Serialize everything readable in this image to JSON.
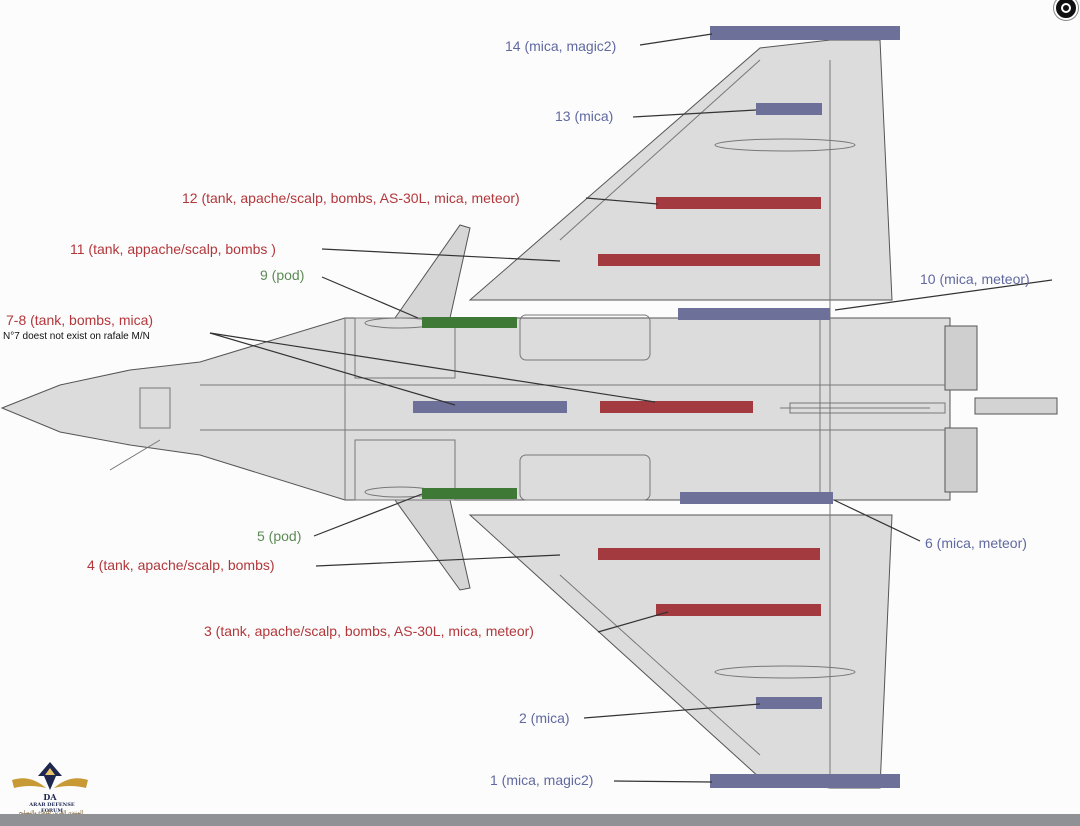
{
  "labels": {
    "l14": "14 (mica, magic2)",
    "l13": "13 (mica)",
    "l12": "12 (tank, apache/scalp, bombs, AS-30L, mica, meteor)",
    "l11": "11 (tank, appache/scalp, bombs )",
    "l9": "9 (pod)",
    "l10": "10 (mica, meteor)",
    "l78": "7-8 (tank, bombs, mica)",
    "l78_note": "N°7 doest not exist on rafale M/N",
    "l5": "5 (pod)",
    "l6": "6 (mica, meteor)",
    "l4": "4 (tank, apache/scalp, bombs)",
    "l3": "3 (tank, apache/scalp, bombs, AS-30L, mica, meteor)",
    "l2": "2 (mica)",
    "l1": "1 (mica, magic2)"
  },
  "logo": {
    "line1": "ARAB DEFENSE FORUM",
    "line2": "المنتدى العربي للدفاع والتسليح"
  },
  "colors": {
    "red_station": "#a23a40",
    "blue_station": "#6d7199",
    "green_station": "#3e7a35",
    "airframe": "#dcdcdc",
    "airframe_outline": "#555555"
  }
}
